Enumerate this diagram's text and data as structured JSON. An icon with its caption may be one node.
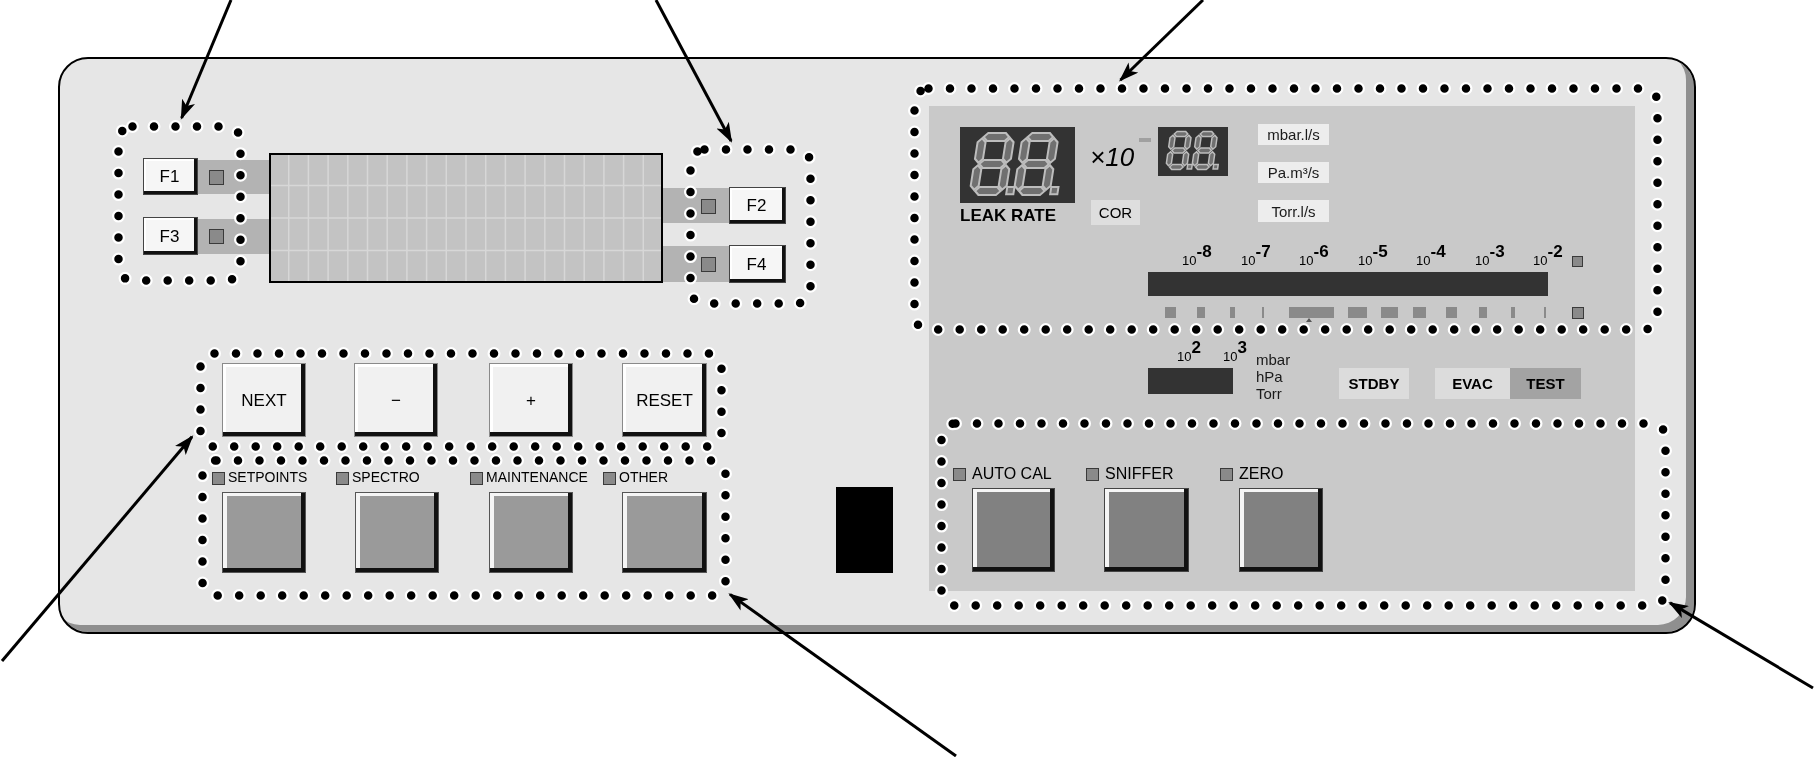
{
  "diagram": {
    "nodes": [
      {
        "text": [],
        "shape": "box"
      },
      {
        "text": [],
        "shape": "box",
        "in": 0
      },
      {
        "text": [
          "F1"
        ],
        "in": 1
      },
      {
        "text": [
          "F3"
        ],
        "in": 1
      },
      {
        "text": [],
        "shape": "box",
        "in": 0
      },
      {
        "text": [
          "F2"
        ],
        "in": 4
      },
      {
        "text": [
          "F4"
        ],
        "in": 4
      },
      {
        "text": [],
        "shape": "box",
        "in": 0
      },
      {
        "text": [],
        "shape": "box",
        "in": 0
      },
      {
        "text": [
          "COR"
        ],
        "in": 8
      },
      {
        "text": [
          "mbar.l/s"
        ],
        "in": 8
      },
      {
        "text": [
          "Pa.m³/s"
        ],
        "in": 8
      },
      {
        "text": [
          "Torr.l/s"
        ],
        "in": 8
      },
      {
        "text": [],
        "shape": "box",
        "in": 0
      },
      {
        "text": [
          "NEXT"
        ],
        "in": 13
      },
      {
        "text": [
          "−"
        ],
        "in": 13
      },
      {
        "text": [
          "+"
        ],
        "in": 13
      },
      {
        "text": [
          "RESET"
        ],
        "in": 13
      },
      {
        "text": [
          "STDBY"
        ],
        "in": 7
      },
      {
        "text": [
          "EVAC"
        ],
        "in": 7
      },
      {
        "text": [
          "TEST"
        ],
        "in": 7
      },
      {
        "text": [],
        "shape": "box",
        "in": 0
      },
      {
        "text": [],
        "shape": "box",
        "in": 21,
        "beside": [
          "SETPOINTS"
        ]
      },
      {
        "text": [],
        "shape": "box",
        "in": 21,
        "beside": [
          "SPECTRO"
        ]
      },
      {
        "text": [],
        "shape": "box",
        "in": 21,
        "beside": [
          "MAINTENANCE"
        ]
      },
      {
        "text": [],
        "shape": "box",
        "in": 21,
        "beside": [
          "OTHER"
        ]
      },
      {
        "text": [],
        "shape": "box",
        "in": 0
      },
      {
        "text": [],
        "shape": "box",
        "in": 26,
        "beside": [
          "AUTO CAL"
        ]
      },
      {
        "text": [],
        "shape": "box",
        "in": 26,
        "beside": [
          "SNIFFER"
        ]
      },
      {
        "text": [],
        "shape": "box",
        "in": 26,
        "beside": [
          "ZERO"
        ]
      },
      {
        "text": [],
        "shape": "bar",
        "in": 7
      },
      {
        "text": [],
        "shape": "box",
        "in": 0
      }
    ],
    "edges": [
      {
        "from": null,
        "to": 1,
        "arrow": "to"
      },
      {
        "from": null,
        "to": 4,
        "arrow": "to"
      },
      {
        "from": null,
        "to": 8,
        "arrow": "to"
      },
      {
        "from": null,
        "to": 13,
        "arrow": "to"
      },
      {
        "from": null,
        "to": 21,
        "arrow": "to"
      },
      {
        "from": null,
        "to": 26,
        "arrow": "to"
      }
    ],
    "labels": [
      "LEAK RATE",
      "×10",
      "10$^{-8}$",
      "10$^{-7}$",
      "10$^{-6}$",
      "10$^{-5}$",
      "10$^{-4}$",
      "10$^{-3}$",
      "10$^{-2}$",
      "10$^{2}$",
      "10$^{3}$",
      "mbar",
      "hPa",
      "Torr"
    ]
  }
}
